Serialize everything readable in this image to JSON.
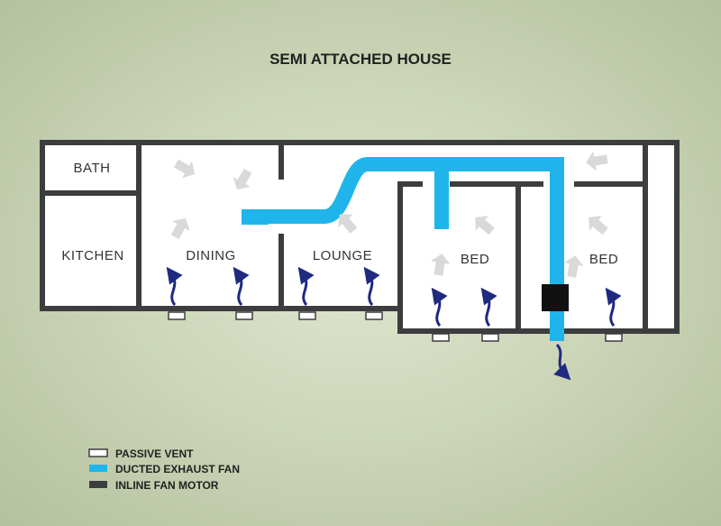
{
  "title": "SEMI ATTACHED HOUSE",
  "rooms": {
    "bath": "BATH",
    "kitchen": "KITCHEN",
    "dining": "DINING",
    "lounge": "LOUNGE",
    "bed1": "BED",
    "bed2": "BED"
  },
  "legend": {
    "passive_vent": "PASSIVE VENT",
    "ducted_exhaust_fan": "DUCTED EXHAUST FAN",
    "inline_fan_motor": "INLINE FAN MOTOR"
  },
  "colors": {
    "wall": "#3d3d3f",
    "duct": "#1fb5ea",
    "motor": "#111111",
    "vent_fill": "#ffffff",
    "airflow_arrow": "#1f2a80",
    "circulation_arrow": "#d9d9d9"
  }
}
